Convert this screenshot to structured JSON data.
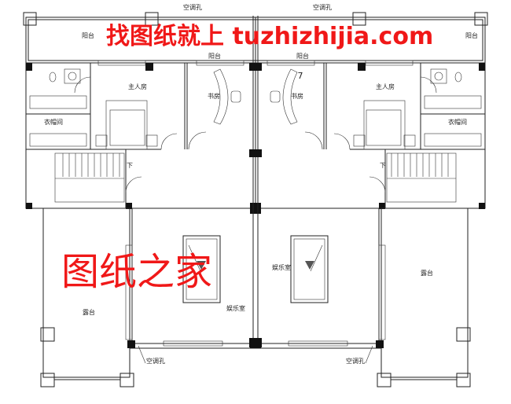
{
  "plan": {
    "labels": {
      "balcony_top_left": "阳台",
      "ac_hole_top_left": "空调孔",
      "balcony_top_center_left": "阳台",
      "balcony_top_center_right": "阳台",
      "ac_hole_top_right": "空调孔",
      "balcony_top_right": "阳台",
      "master_bedroom_left": "主人房",
      "master_bedroom_right": "主人房",
      "study_left": "书房",
      "study_right": "书房",
      "closet_left": "衣帽间",
      "closet_right": "衣帽间",
      "stair_down_left": "下",
      "stair_down_right": "下",
      "terrace_left": "露台",
      "terrace_right": "露台",
      "entertainment_left": "娱乐室",
      "entertainment_right": "娱乐室",
      "ac_hole_bottom_left": "空调孔",
      "ac_hole_bottom_right": "空调孔",
      "marker_number": "7"
    },
    "watermarks": {
      "top": "找图纸就上 tuzhizhijia.com",
      "middle": "图纸之家"
    },
    "colors": {
      "watermark": "#f01818",
      "lines": "#222222"
    }
  }
}
